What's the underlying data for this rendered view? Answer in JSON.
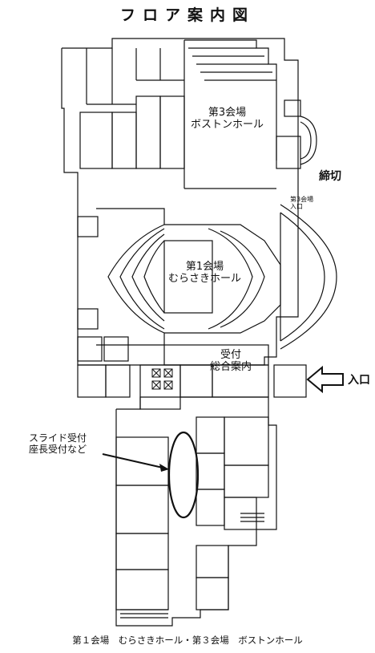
{
  "title": "フロア案内図",
  "halls": {
    "hall3": {
      "line1": "第3会場",
      "line2": "ボストンホール"
    },
    "hall1": {
      "line1": "第1会場",
      "line2": "むらさきホール"
    }
  },
  "reception": {
    "line1": "受付",
    "line2": "総合案内"
  },
  "labels": {
    "closed": "締切",
    "entrance": "入口",
    "hall3_entrance": "第3会場\n入口",
    "slide_line1": "スライド受付",
    "slide_line2": "座長受付など"
  },
  "caption": "第１会場　むらさきホール・第３会場　ボストンホール",
  "colors": {
    "line": "#111111",
    "background": "#ffffff"
  }
}
